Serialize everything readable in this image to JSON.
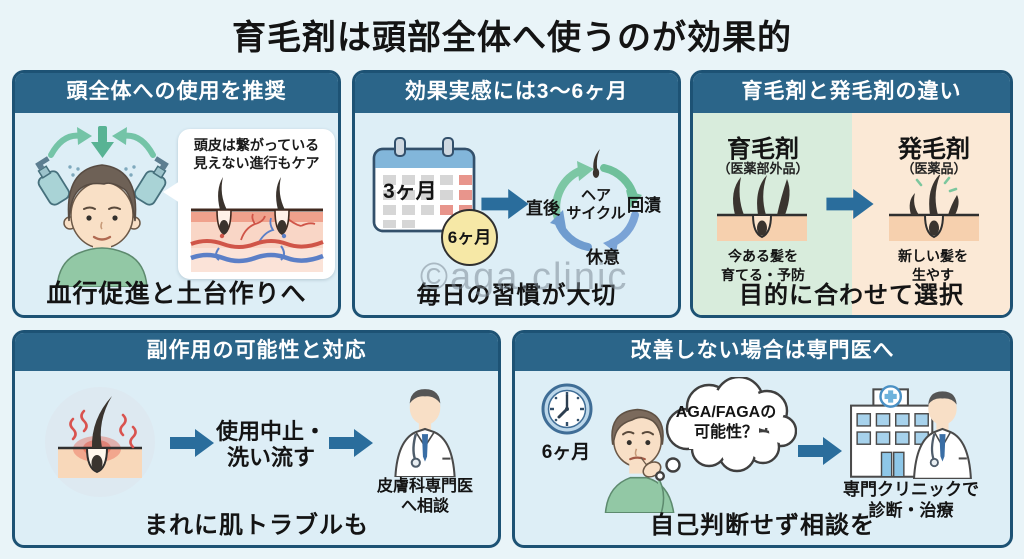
{
  "title": "育毛剤は頭部全体へ使うのが効果的",
  "watermark": "©aga.clinic",
  "colors": {
    "page_bg": "#e9f4f8",
    "panel_bg": "#ddeef6",
    "header_bg": "#2b6589",
    "border": "#1d5274",
    "arrow_blue": "#2a6d9c",
    "green_half": "#d8ecdc",
    "peach_half": "#fbe9d6",
    "badge_yellow": "#f6e8a6",
    "cycle_green": "#7cc7a4",
    "cycle_blue": "#7aa3d6"
  },
  "panels": {
    "whole_head": {
      "header": "頭全体への使用を推奨",
      "bubble_line1": "頭皮は繋がっている",
      "bubble_line2": "見えない進行もケア",
      "footer": "血行促進と土台作りへ"
    },
    "duration": {
      "header": "効果実感には3〜6ヶ月",
      "calendar_label": "3ヶ月",
      "circle_label": "6ヶ月",
      "cycle_left": "直後",
      "cycle_right": "回漬",
      "cycle_bottom": "休意",
      "cycle_center_line1": "ヘア",
      "cycle_center_line2": "サイクル",
      "footer": "毎日の習慣が大切"
    },
    "difference": {
      "header": "育毛剤と発毛剤の違い",
      "left_title": "育毛剤",
      "left_subtitle": "（医薬部外品）",
      "left_cap_line1": "今ある髪を",
      "left_cap_line2": "育てる・予防",
      "right_title": "発毛剤",
      "right_subtitle": "（医薬品）",
      "right_cap_line1": "新しい髪を",
      "right_cap_line2": "生やす",
      "footer": "目的に合わせて選択"
    },
    "side_effects": {
      "header": "副作用の可能性と対応",
      "action_line1": "使用中止・",
      "action_line2": "洗い流す",
      "doctor_cap_line1": "皮膚科専門医",
      "doctor_cap_line2": "へ相談",
      "footer": "まれに肌トラブルも"
    },
    "specialist": {
      "header": "改善しない場合は専門医へ",
      "clock_label": "6ヶ月",
      "thought_line1": "AGA/FAGAの",
      "thought_line2": "可能性？",
      "clinic_cap_line1": "専門クリニックで",
      "clinic_cap_line2": "診断・治療",
      "footer": "自己判断せず相談を"
    }
  }
}
